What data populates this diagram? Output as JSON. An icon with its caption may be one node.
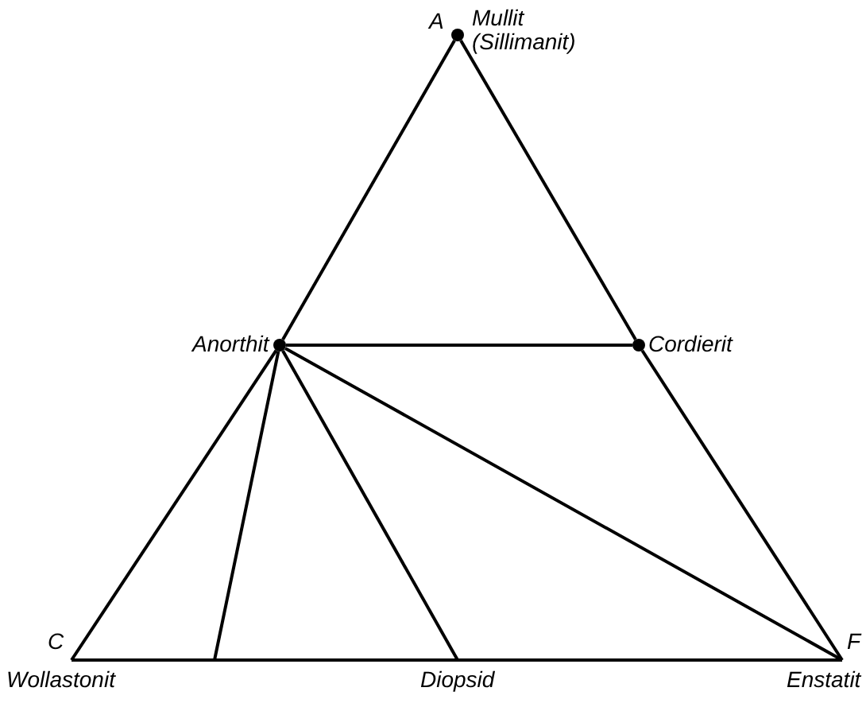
{
  "diagram": {
    "nodes": [
      {
        "text": [
          "A",
          "Mullit (Sillimanit)"
        ]
      },
      {
        "text": [
          "Anorthit"
        ]
      },
      {
        "text": [
          "Cordierit"
        ]
      },
      {
        "text": [
          "C",
          "Wollastonit"
        ]
      },
      {
        "text": [
          "Diopsid"
        ]
      },
      {
        "text": [
          "F",
          "Enstatit"
        ]
      }
    ],
    "edges": [
      {
        "from": 0,
        "to": 1,
        "arrow": "none"
      },
      {
        "from": 1,
        "to": 3,
        "arrow": "none"
      },
      {
        "from": 0,
        "to": 2,
        "arrow": "none"
      },
      {
        "from": 2,
        "to": 5,
        "arrow": "none"
      },
      {
        "from": 1,
        "to": 2,
        "arrow": "none"
      },
      {
        "from": 1,
        "to": null,
        "arrow": "none"
      },
      {
        "from": 1,
        "to": 4,
        "arrow": "none"
      },
      {
        "from": 1,
        "to": 5,
        "arrow": "none"
      },
      {
        "from": 3,
        "to": 4,
        "arrow": "none"
      },
      {
        "from": 4,
        "to": 5,
        "arrow": "none"
      }
    ]
  }
}
